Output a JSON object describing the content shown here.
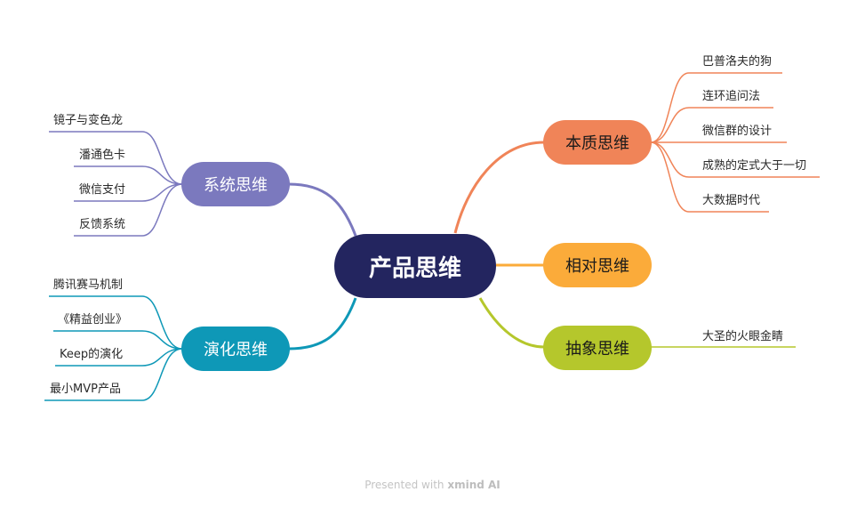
{
  "root": "产品思维",
  "colors": {
    "root": "#23255f",
    "benzhi": "#f08458",
    "xiangdui": "#fbab3a",
    "chouxiang": "#b5c72c",
    "xitong": "#7b79be",
    "yanhua": "#0e98b7"
  },
  "branches": {
    "benzhi": {
      "label": "本质思维",
      "children": [
        "巴普洛夫的狗",
        "连环追问法",
        "微信群的设计",
        "成熟的定式大于一切",
        "大数据时代"
      ]
    },
    "xiangdui": {
      "label": "相对思维",
      "children": []
    },
    "chouxiang": {
      "label": "抽象思维",
      "children": [
        "大圣的火眼金睛"
      ]
    },
    "xitong": {
      "label": "系统思维",
      "children": [
        "镜子与变色龙",
        "潘通色卡",
        "微信支付",
        "反馈系统"
      ]
    },
    "yanhua": {
      "label": "演化思维",
      "children": [
        "腾讯赛马机制",
        "《精益创业》",
        "Keep的演化",
        "最小MVP产品"
      ]
    }
  },
  "footer": {
    "prefix": "Presented with",
    "brand": "xmind AI"
  }
}
